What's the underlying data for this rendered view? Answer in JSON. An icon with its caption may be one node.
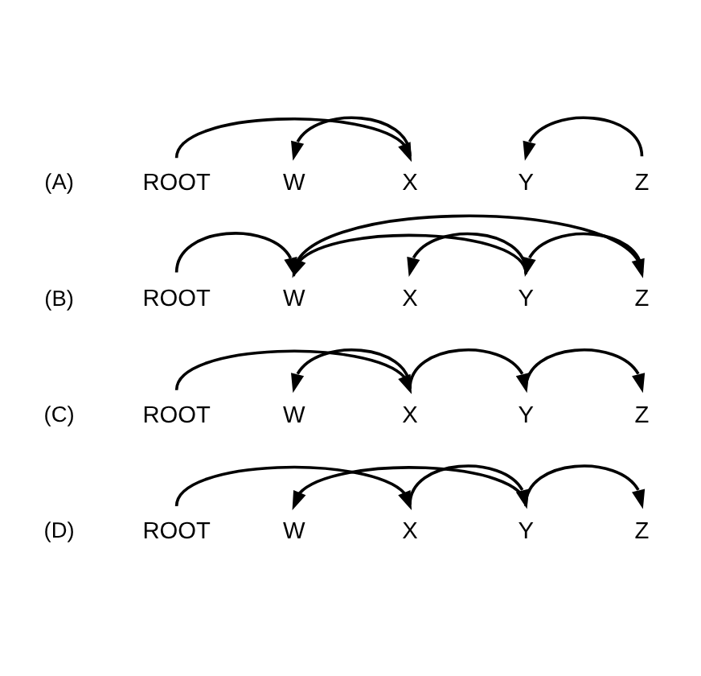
{
  "diagram": {
    "nodes": [
      {
        "text": [
          "ROOT"
        ]
      },
      {
        "text": [
          "W"
        ]
      },
      {
        "text": [
          "X"
        ]
      },
      {
        "text": [
          "Y"
        ]
      },
      {
        "text": [
          "Z"
        ]
      },
      {
        "text": [
          "ROOT"
        ]
      },
      {
        "text": [
          "W"
        ]
      },
      {
        "text": [
          "X"
        ]
      },
      {
        "text": [
          "Y"
        ]
      },
      {
        "text": [
          "Z"
        ]
      },
      {
        "text": [
          "ROOT"
        ]
      },
      {
        "text": [
          "W"
        ]
      },
      {
        "text": [
          "X"
        ]
      },
      {
        "text": [
          "Y"
        ]
      },
      {
        "text": [
          "Z"
        ]
      },
      {
        "text": [
          "ROOT"
        ]
      },
      {
        "text": [
          "W"
        ]
      },
      {
        "text": [
          "X"
        ]
      },
      {
        "text": [
          "Y"
        ]
      },
      {
        "text": [
          "Z"
        ]
      }
    ],
    "edges": [
      {
        "from": 0,
        "to": 2,
        "arrow": "to"
      },
      {
        "from": 2,
        "to": 1,
        "arrow": "to"
      },
      {
        "from": 4,
        "to": 3,
        "arrow": "to"
      },
      {
        "from": 5,
        "to": 6,
        "arrow": "to"
      },
      {
        "from": 6,
        "to": 9,
        "arrow": "to"
      },
      {
        "from": 8,
        "to": 6,
        "arrow": "to"
      },
      {
        "from": 8,
        "to": 7,
        "arrow": "to"
      },
      {
        "from": 9,
        "to": 8,
        "arrow": "to"
      },
      {
        "from": 10,
        "to": 12,
        "arrow": "to"
      },
      {
        "from": 12,
        "to": 11,
        "arrow": "to"
      },
      {
        "from": 12,
        "to": 13,
        "arrow": "to"
      },
      {
        "from": 13,
        "to": 14,
        "arrow": "to"
      },
      {
        "from": 15,
        "to": 17,
        "arrow": "to"
      },
      {
        "from": 18,
        "to": 16,
        "arrow": "to"
      },
      {
        "from": 17,
        "to": 18,
        "arrow": "to"
      },
      {
        "from": 18,
        "to": 19,
        "arrow": "to"
      }
    ],
    "labels": [
      "(A)",
      "(B)",
      "(C)",
      "(D)"
    ]
  }
}
